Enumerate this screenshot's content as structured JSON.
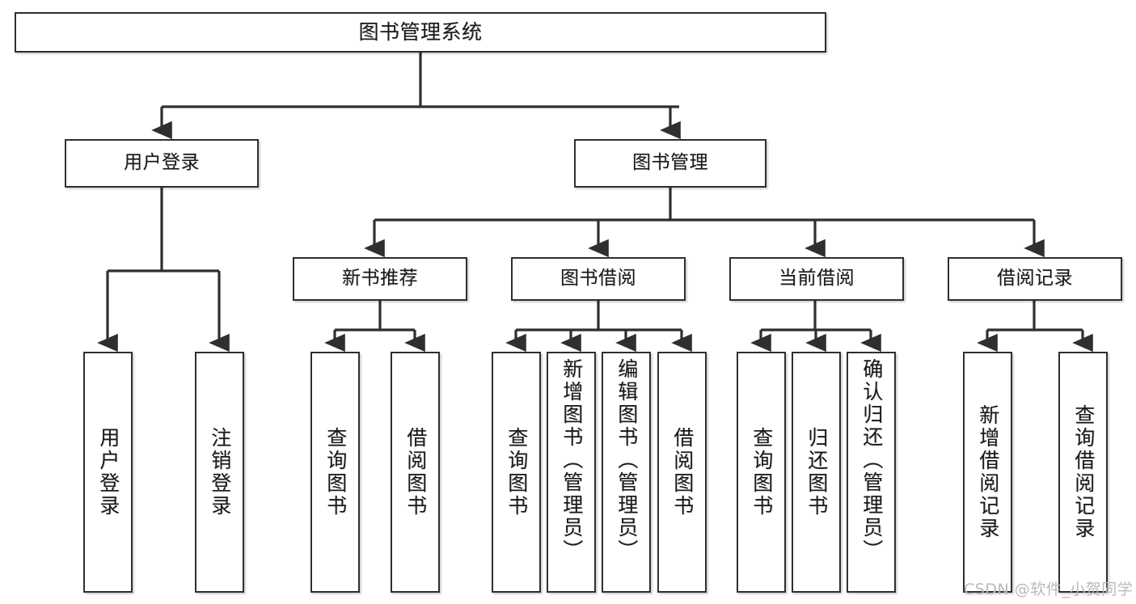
{
  "diagram": {
    "title": "图书管理系统",
    "type": "hierarchy-tree",
    "edge_color": "#2f2f2f",
    "node_border_color": "#2f2f2f",
    "node_fill_color": "#ffffff",
    "text_color": "#1a1a1a"
  },
  "nodes": {
    "root": {
      "label": "图书管理系统"
    },
    "level2": [
      {
        "label": "用户登录"
      },
      {
        "label": "图书管理"
      }
    ],
    "level3": [
      {
        "label": "新书推荐"
      },
      {
        "label": "图书借阅"
      },
      {
        "label": "当前借阅"
      },
      {
        "label": "借阅记录"
      }
    ],
    "leaves": {
      "user_login": [
        {
          "label": "用户登录"
        },
        {
          "label": "注销登录"
        }
      ],
      "new_book_recommend": [
        {
          "label": "查询图书"
        },
        {
          "label": "借阅图书"
        }
      ],
      "book_borrow": [
        {
          "label": "查询图书"
        },
        {
          "label": "新增图书（管理员）"
        },
        {
          "label": "编辑图书（管理员）"
        },
        {
          "label": "借阅图书"
        }
      ],
      "current_borrow": [
        {
          "label": "查询图书"
        },
        {
          "label": "归还图书"
        },
        {
          "label": "确认归还（管理员）"
        }
      ],
      "borrow_record": [
        {
          "label": "新增借阅记录"
        },
        {
          "label": "查询借阅记录"
        }
      ]
    }
  },
  "watermark": {
    "text": "CSDN @软件_小贺同学"
  }
}
